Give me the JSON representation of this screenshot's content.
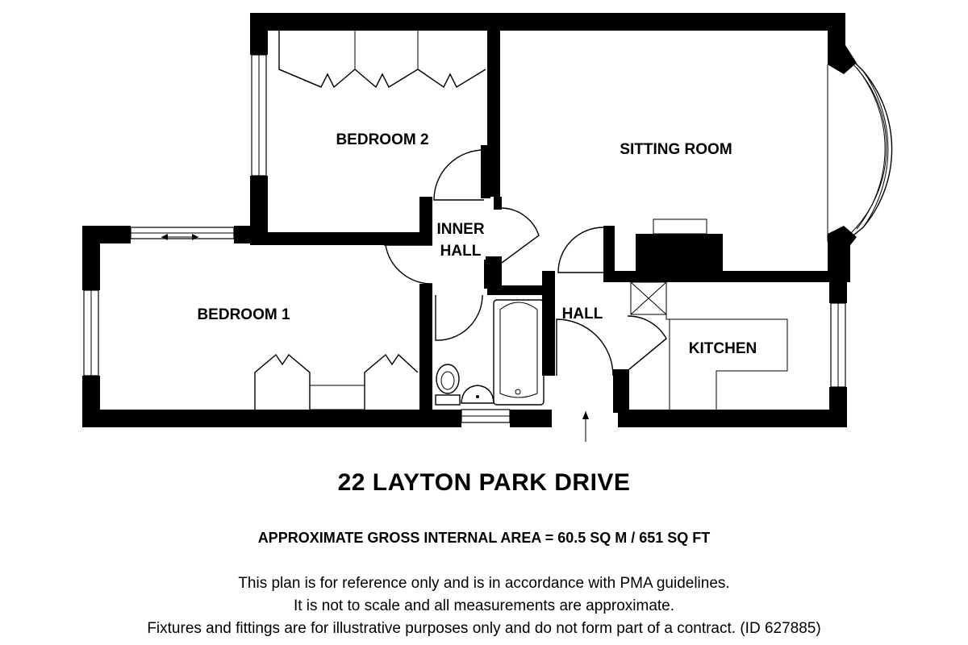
{
  "rooms": {
    "bedroom2": "BEDROOM 2",
    "sitting_room": "SITTING ROOM",
    "inner_hall_line1": "INNER",
    "inner_hall_line2": "HALL",
    "bedroom1": "BEDROOM 1",
    "hall": "HALL",
    "kitchen": "KITCHEN"
  },
  "title": "22 LAYTON PARK DRIVE",
  "area": "APPROXIMATE GROSS INTERNAL AREA = 60.5 SQ M / 651 SQ FT",
  "disclaimer": [
    "This plan is for reference only and is in accordance with PMA guidelines.",
    "It is not to scale and all measurements are approximate.",
    "Fixtures and fittings are for illustrative purposes only and do not form part of a contract. (ID 627885)"
  ]
}
